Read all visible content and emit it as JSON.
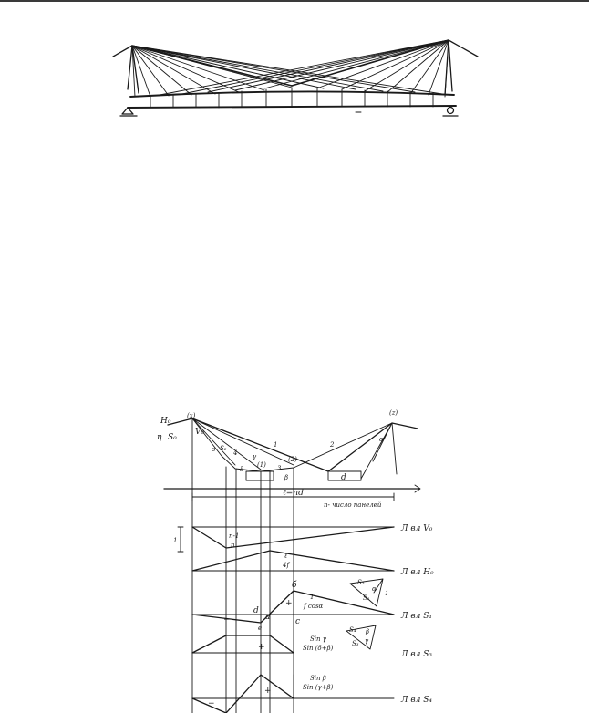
{
  "top_figure": {},
  "bottom_figure": {
    "node_left": "(x)",
    "node_right": "(z)",
    "H0": "H₀",
    "S0": "S₀",
    "eta": "η",
    "V0": "V₀",
    "b": "в",
    "S2": "S₂",
    "num4": "4",
    "gamma": "γ",
    "num5": "5",
    "n1": "(1)",
    "n2": "(2)",
    "n3": "3",
    "beta": "β",
    "alpha": "α",
    "num1": "1",
    "num2": "2",
    "d": "d",
    "l_nd": "ℓ=nd",
    "n_panels": "n- число панелей",
    "lines": {
      "v0": "Л вл V₀",
      "h0": "Л вл H₀",
      "s1": "Л вл S₁",
      "s3": "Л вл S₃",
      "s4": "Л вл S₄"
    },
    "v0_ordinate": "n-1",
    "v0_ordinate_den": "n",
    "v0_one": "1",
    "h0_ordinate": "ℓ",
    "h0_ordinate_den": "4f",
    "s1_ordinate": "1",
    "s1_ordinate_den": "f cosα",
    "s1_b": "б",
    "s1_c": "c",
    "s1_d": "d",
    "s1_a": "a",
    "s1_e": "e",
    "s3_ordinate": "Sin γ",
    "s3_ordinate_den": "Sin (δ+β)",
    "s4_ordinate": "Sin β",
    "s4_ordinate_den": "Sin (γ+β)",
    "plus": "+",
    "minus": "−",
    "tri_S2": "S₂",
    "tri_S1": "S₁",
    "tri_alpha": "α",
    "tri_one": "1",
    "tri_S4": "S₄",
    "tri_S3": "S₃",
    "tri_beta": "β",
    "tri_gamma": "γ"
  }
}
